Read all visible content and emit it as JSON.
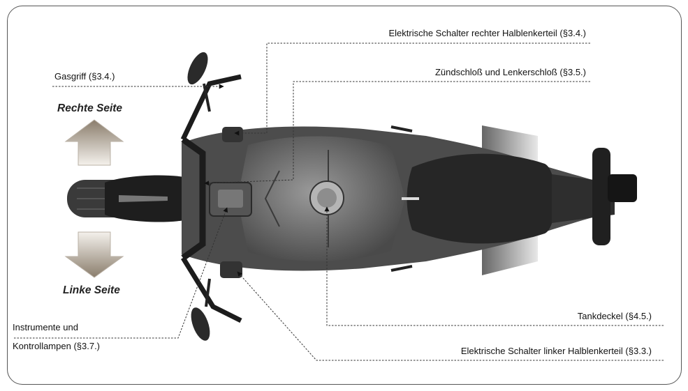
{
  "labels": {
    "right_switch": "Elektrische Schalter rechter Halblenkerteil (§3.4.)",
    "throttle": "Gasgriff (§3.4.)",
    "ignition": "Zündschloß und Lenkerschloß (§3.5.)",
    "right_side": "Rechte Seite",
    "left_side": "Linke Seite",
    "instruments_line1": "Instrumente und",
    "instruments_line2": "Kontrollampen (§3.7.)",
    "tank_cap": "Tankdeckel (§4.5.)",
    "left_switch": "Elektrische Schalter linker Halblenkerteil (§3.3.)"
  },
  "colors": {
    "frame": "#555555",
    "leader": "#333333",
    "arrow_light": "#f2eee8",
    "arrow_dark": "#8a7d6c"
  }
}
